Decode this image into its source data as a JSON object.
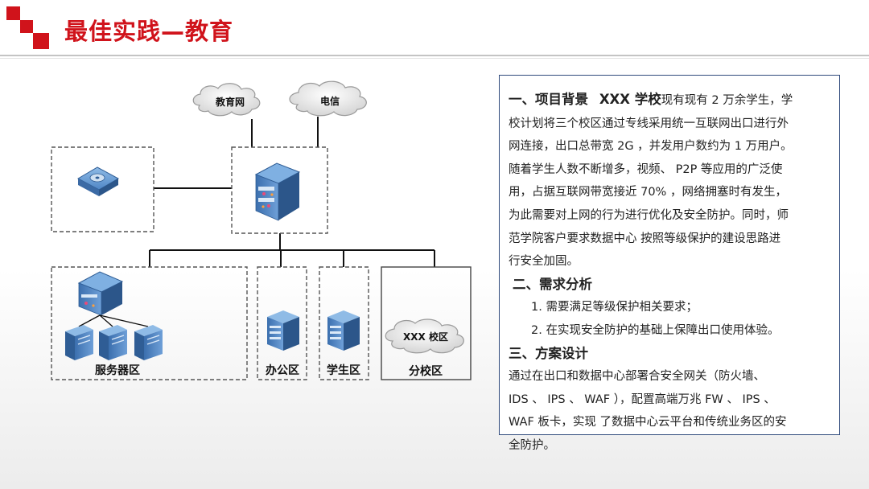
{
  "header": {
    "title": "最佳实践—教育"
  },
  "diagram": {
    "clouds": {
      "edu_net": "教育网",
      "telecom": "电信",
      "branch": "XXX 校区"
    },
    "zones": {
      "server": "服务器区",
      "office": "办公区",
      "student": "学生区",
      "branch": "分校区"
    }
  },
  "panel": {
    "s1": {
      "heading": "一、项目背景",
      "school": "XXX 学校",
      "lines": [
        "现有现有 2 万余学生，学",
        "校计划将三个校区通过专线采用统一互联网出口进行外",
        "网连接，出口总带宽 2G ，并发用户数约为 1 万用户。",
        "随着学生人数不断增多，视频、 P2P 等应用的广泛使",
        "用，占据互联网带宽接近 70% ，网络拥塞时有发生，",
        "为此需要对上网的行为进行优化及安全防护。同时，师",
        "范学院客户要求数据中心  按照等级保护的建设思路进",
        "行安全加固。"
      ]
    },
    "s2": {
      "heading": "二、需求分析",
      "items": [
        "1.  需要满足等级保护相关要求；",
        "2.  在实现安全防护的基础上保障出口使用体验。"
      ]
    },
    "s3": {
      "heading": "三、方案设计",
      "lines": [
        "通过在出口和数据中心部署合安全网关（防火墙、",
        "IDS 、 IPS 、 WAF ），配置高端万兆 FW 、 IPS 、",
        "WAF 板卡，实现  了数据中心云平台和传统业务区的安",
        "全防护。"
      ]
    }
  }
}
